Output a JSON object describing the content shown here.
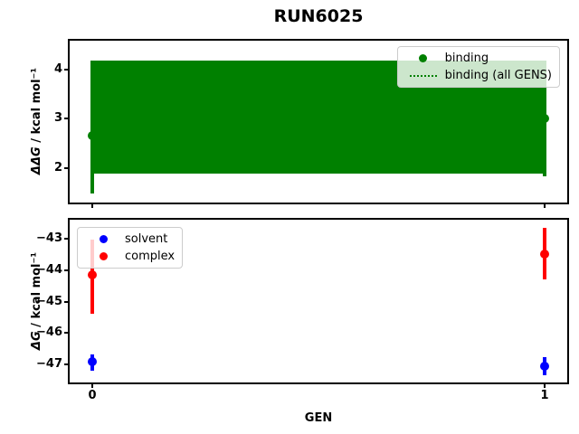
{
  "chart_data": [
    {
      "type": "errorbar",
      "title": "RUN6025",
      "ylabel": "ΔΔG / kcal mol⁻¹",
      "ylabel_prefix": "ΔΔG",
      "ylabel_rest": " / kcal mol⁻¹",
      "xlabel": "",
      "xlim": [
        -0.05,
        1.05
      ],
      "ylim": [
        1.3,
        4.58
      ],
      "grid": false,
      "yticks": [
        {
          "value": 2,
          "label": "2"
        },
        {
          "value": 3,
          "label": "3"
        },
        {
          "value": 4,
          "label": "4"
        }
      ],
      "xticks": [
        {
          "value": 0,
          "label": ""
        },
        {
          "value": 1,
          "label": ""
        }
      ],
      "band": {
        "label": "binding (all GENS)",
        "x_start": 0,
        "x_end": 1,
        "y_low": 1.89,
        "y_high": 4.18,
        "color": "#008000"
      },
      "series": [
        {
          "name": "binding",
          "color": "#008000",
          "marker": "circle",
          "points": [
            {
              "x": 0,
              "y": 2.65,
              "y_err_low": 1.48,
              "y_err_high": 4.18
            },
            {
              "x": 1,
              "y": 3.0,
              "y_err_low": 1.84,
              "y_err_high": 4.18,
              "occluded_by_band": true
            }
          ]
        }
      ],
      "legend": {
        "position": "upper right",
        "entries": [
          {
            "label": "binding",
            "marker": "dot",
            "color": "#008000"
          },
          {
            "label": "binding (all GENS)",
            "marker": "dotted-line",
            "color": "#008000"
          }
        ]
      }
    },
    {
      "type": "errorbar",
      "title": "",
      "ylabel": "ΔG / kcal mol⁻¹",
      "ylabel_prefix": "ΔG",
      "ylabel_rest": " / kcal mol⁻¹",
      "xlabel": "GEN",
      "xlim": [
        -0.05,
        1.05
      ],
      "ylim": [
        -47.56,
        -42.41
      ],
      "grid": false,
      "yticks": [
        {
          "value": -43,
          "label": "−43"
        },
        {
          "value": -44,
          "label": "−44"
        },
        {
          "value": -45,
          "label": "−45"
        },
        {
          "value": -46,
          "label": "−46"
        },
        {
          "value": -47,
          "label": "−47"
        }
      ],
      "xticks": [
        {
          "value": 0,
          "label": "0"
        },
        {
          "value": 1,
          "label": "1"
        }
      ],
      "series": [
        {
          "name": "solvent",
          "color": "#0000ff",
          "marker": "circle",
          "points": [
            {
              "x": 0,
              "y": -46.9,
              "y_err_low": -47.19,
              "y_err_high": -46.68
            },
            {
              "x": 1,
              "y": -47.05,
              "y_err_low": -47.33,
              "y_err_high": -46.76
            }
          ]
        },
        {
          "name": "complex",
          "color": "#ff0000",
          "marker": "circle",
          "points": [
            {
              "x": 0,
              "y": -44.15,
              "y_err_low": -45.39,
              "y_err_high": -43.05
            },
            {
              "x": 1,
              "y": -43.5,
              "y_err_low": -44.31,
              "y_err_high": -42.68
            }
          ]
        }
      ],
      "legend": {
        "position": "upper left",
        "entries": [
          {
            "label": "solvent",
            "marker": "dot",
            "color": "#0000ff"
          },
          {
            "label": "complex",
            "marker": "dot",
            "color": "#ff0000"
          }
        ]
      }
    }
  ]
}
